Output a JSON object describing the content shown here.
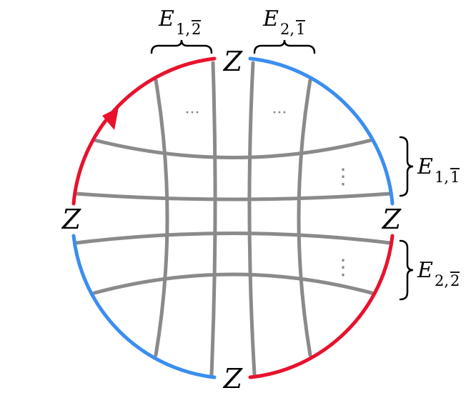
{
  "diagram": {
    "arc_colors": {
      "red": "#e8122d",
      "blue": "#3a8ef0",
      "grid": "#8a8a8a",
      "ink": "#000000"
    },
    "corner_labels": {
      "top": "Z",
      "left": "Z",
      "right": "Z",
      "bottom": "Z"
    },
    "braces": [
      {
        "id": "top-left",
        "main": "E",
        "sub": "1,",
        "bar": "2"
      },
      {
        "id": "top-right",
        "main": "E",
        "sub": "2,",
        "bar": "1"
      },
      {
        "id": "right-upper",
        "main": "E",
        "sub": "1,",
        "bar": "1"
      },
      {
        "id": "right-lower",
        "main": "E",
        "sub": "2,",
        "bar": "2"
      }
    ],
    "ellipsis": {
      "horizontal": "···",
      "vertical": "⋮"
    },
    "arrow_icon": "triangle-arrow-icon"
  }
}
